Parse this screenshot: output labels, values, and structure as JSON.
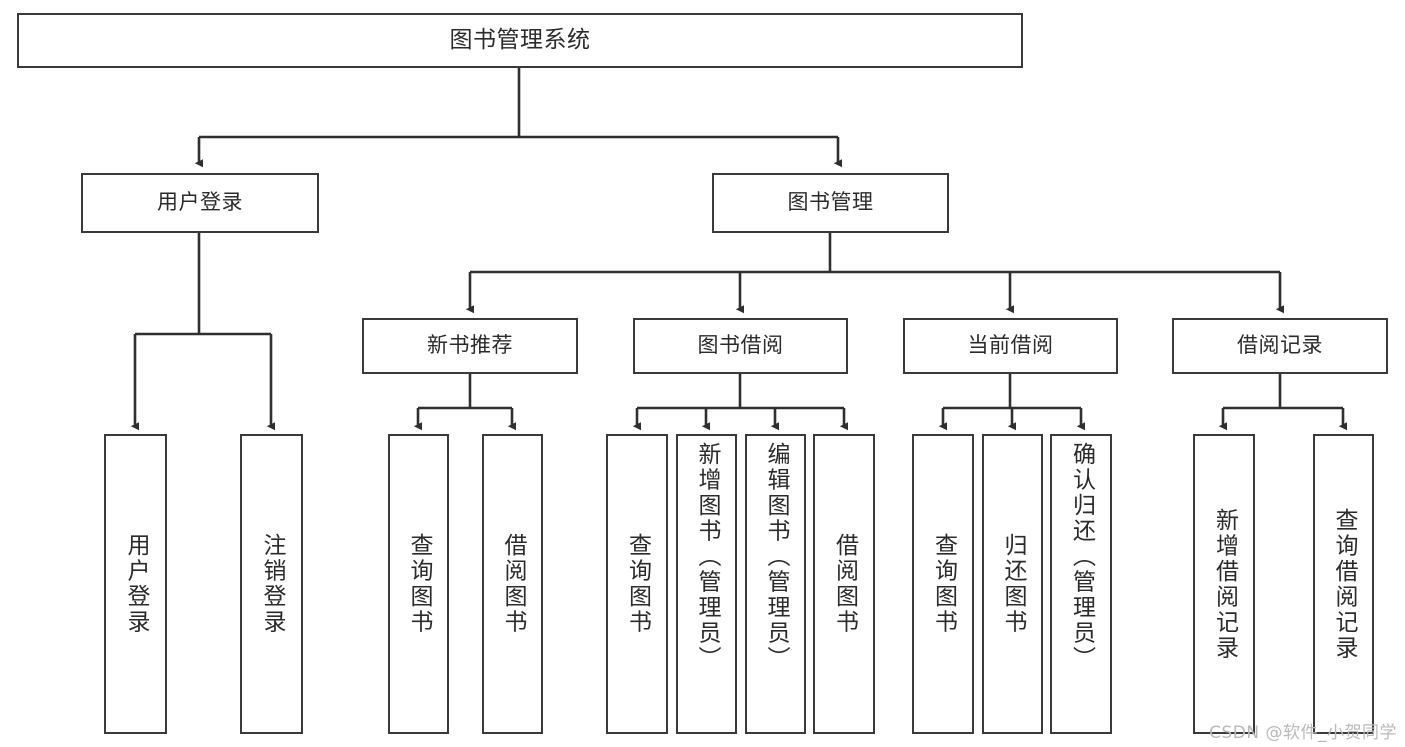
{
  "diagram": {
    "title": "图书管理系统",
    "type": "tree-hierarchy-diagram",
    "colors": {
      "box_border": "#3a3a3a",
      "box_fill": "#ffffff",
      "connector": "#2f2f2f",
      "text": "#2b2b2b",
      "watermark": "#b9b9b9",
      "background": "#ffffff"
    },
    "levels": {
      "level1": [
        {
          "id": "root",
          "label": "图书管理系统",
          "orientation": "horizontal"
        }
      ],
      "level2": [
        {
          "id": "user-login",
          "label": "用户登录",
          "orientation": "horizontal"
        },
        {
          "id": "book-management",
          "label": "图书管理",
          "orientation": "horizontal"
        }
      ],
      "level3": [
        {
          "id": "new-book-recommend",
          "label": "新书推荐",
          "orientation": "horizontal"
        },
        {
          "id": "book-borrow",
          "label": "图书借阅",
          "orientation": "horizontal"
        },
        {
          "id": "current-borrow",
          "label": "当前借阅",
          "orientation": "horizontal"
        },
        {
          "id": "borrow-record",
          "label": "借阅记录",
          "orientation": "horizontal"
        }
      ],
      "level4": [
        {
          "id": "leaf-user-login",
          "label": "用户登录",
          "parent": "user-login",
          "orientation": "vertical"
        },
        {
          "id": "leaf-logout-login",
          "label": "注销登录",
          "parent": "user-login",
          "orientation": "vertical"
        },
        {
          "id": "leaf-query-book-1",
          "label": "查询图书",
          "parent": "new-book-recommend",
          "orientation": "vertical"
        },
        {
          "id": "leaf-borrow-book-1",
          "label": "借阅图书",
          "parent": "new-book-recommend",
          "orientation": "vertical"
        },
        {
          "id": "leaf-query-book-2",
          "label": "查询图书",
          "parent": "book-borrow",
          "orientation": "vertical"
        },
        {
          "id": "leaf-add-book",
          "label": "新增图书（管理员）",
          "parent": "book-borrow",
          "orientation": "vertical"
        },
        {
          "id": "leaf-edit-book",
          "label": "编辑图书（管理员）",
          "parent": "book-borrow",
          "orientation": "vertical"
        },
        {
          "id": "leaf-borrow-book-2",
          "label": "借阅图书",
          "parent": "book-borrow",
          "orientation": "vertical"
        },
        {
          "id": "leaf-query-book-3",
          "label": "查询图书",
          "parent": "current-borrow",
          "orientation": "vertical"
        },
        {
          "id": "leaf-return-book",
          "label": "归还图书",
          "parent": "current-borrow",
          "orientation": "vertical"
        },
        {
          "id": "leaf-confirm-return",
          "label": "确认归还（管理员）",
          "parent": "current-borrow",
          "orientation": "vertical"
        },
        {
          "id": "leaf-add-record",
          "label": "新增借阅记录",
          "parent": "borrow-record",
          "orientation": "vertical"
        },
        {
          "id": "leaf-query-record",
          "label": "查询借阅记录",
          "parent": "borrow-record",
          "orientation": "vertical"
        }
      ]
    },
    "watermark": "CSDN @软件_小贺同学"
  }
}
